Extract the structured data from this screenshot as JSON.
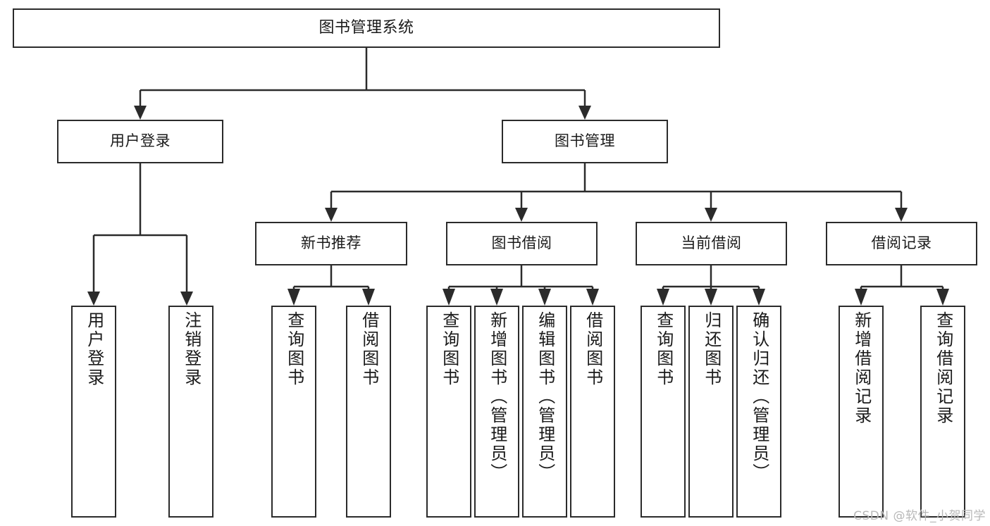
{
  "diagram": {
    "title": "图书管理系统",
    "type": "tree-hierarchy-chart",
    "watermark": "CSDN @软件_小贺同学",
    "root": {
      "id": "root",
      "label": "图书管理系统",
      "orientation": "horizontal"
    },
    "level2": [
      {
        "id": "user-login",
        "label": "用户登录",
        "orientation": "horizontal"
      },
      {
        "id": "book-manage",
        "label": "图书管理",
        "orientation": "horizontal"
      }
    ],
    "level3": [
      {
        "id": "new-book-recommend",
        "label": "新书推荐",
        "parent": "book-manage",
        "orientation": "horizontal"
      },
      {
        "id": "book-borrow",
        "label": "图书借阅",
        "parent": "book-manage",
        "orientation": "horizontal"
      },
      {
        "id": "current-borrow",
        "label": "当前借阅",
        "parent": "book-manage",
        "orientation": "horizontal"
      },
      {
        "id": "borrow-record",
        "label": "借阅记录",
        "parent": "book-manage",
        "orientation": "horizontal"
      }
    ],
    "leaves": [
      {
        "id": "leaf-user-login",
        "label": "用户登录",
        "parent": "user-login",
        "orientation": "vertical"
      },
      {
        "id": "leaf-user-logout",
        "label": "注销登录",
        "parent": "user-login",
        "orientation": "vertical"
      },
      {
        "id": "leaf-query-book-1",
        "label": "查询图书",
        "parent": "new-book-recommend",
        "orientation": "vertical"
      },
      {
        "id": "leaf-borrow-book-1",
        "label": "借阅图书",
        "parent": "new-book-recommend",
        "orientation": "vertical"
      },
      {
        "id": "leaf-query-book-2",
        "label": "查询图书",
        "parent": "book-borrow",
        "orientation": "vertical"
      },
      {
        "id": "leaf-add-book",
        "label": "新增图书（管理员）",
        "parent": "book-borrow",
        "orientation": "vertical"
      },
      {
        "id": "leaf-edit-book",
        "label": "编辑图书（管理员）",
        "parent": "book-borrow",
        "orientation": "vertical"
      },
      {
        "id": "leaf-borrow-book-2",
        "label": "借阅图书",
        "parent": "book-borrow",
        "orientation": "vertical"
      },
      {
        "id": "leaf-query-book-3",
        "label": "查询图书",
        "parent": "current-borrow",
        "orientation": "vertical"
      },
      {
        "id": "leaf-return-book",
        "label": "归还图书",
        "parent": "current-borrow",
        "orientation": "vertical"
      },
      {
        "id": "leaf-confirm-return",
        "label": "确认归还（管理员）",
        "parent": "current-borrow",
        "orientation": "vertical"
      },
      {
        "id": "leaf-add-record",
        "label": "新增借阅记录",
        "parent": "borrow-record",
        "orientation": "vertical"
      },
      {
        "id": "leaf-query-record",
        "label": "查询借阅记录",
        "parent": "borrow-record",
        "orientation": "vertical"
      }
    ],
    "colors": {
      "stroke": "#2b2b2b",
      "fill": "#ffffff",
      "text": "#1a1a1a",
      "watermark": "#b8b8b8"
    }
  }
}
